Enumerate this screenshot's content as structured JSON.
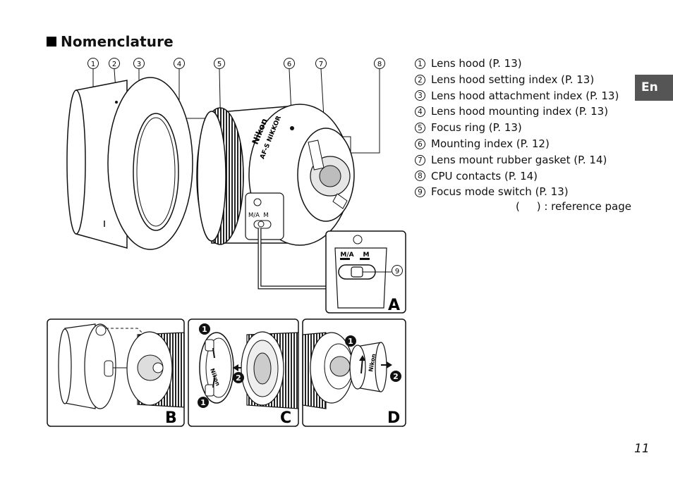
{
  "heading": "Nomenclature",
  "parts": [
    {
      "num": "1",
      "label": "Lens hood (P. 13)"
    },
    {
      "num": "2",
      "label": "Lens hood setting index (P. 13)"
    },
    {
      "num": "3",
      "label": "Lens hood attachment index (P. 13)"
    },
    {
      "num": "4",
      "label": "Lens hood mounting index (P. 13)"
    },
    {
      "num": "5",
      "label": "Focus ring (P. 13)"
    },
    {
      "num": "6",
      "label": "Mounting index (P. 12)"
    },
    {
      "num": "7",
      "label": "Lens mount rubber gasket (P. 14)"
    },
    {
      "num": "8",
      "label": "CPU contacts (P. 14)"
    },
    {
      "num": "9",
      "label": "Focus mode switch (P. 13)"
    }
  ],
  "reference_note": "(     ) : reference page",
  "language_tab": "En",
  "page_number": "11",
  "diagram": {
    "brand": "Nikon",
    "lens_model": "AF-S NIKKOR",
    "switch_ma": "M/A",
    "switch_m": "M",
    "panel_a": "A",
    "panel_b": "B",
    "panel_c": "C",
    "panel_d": "D",
    "step_1": "1",
    "step_2": "2"
  }
}
